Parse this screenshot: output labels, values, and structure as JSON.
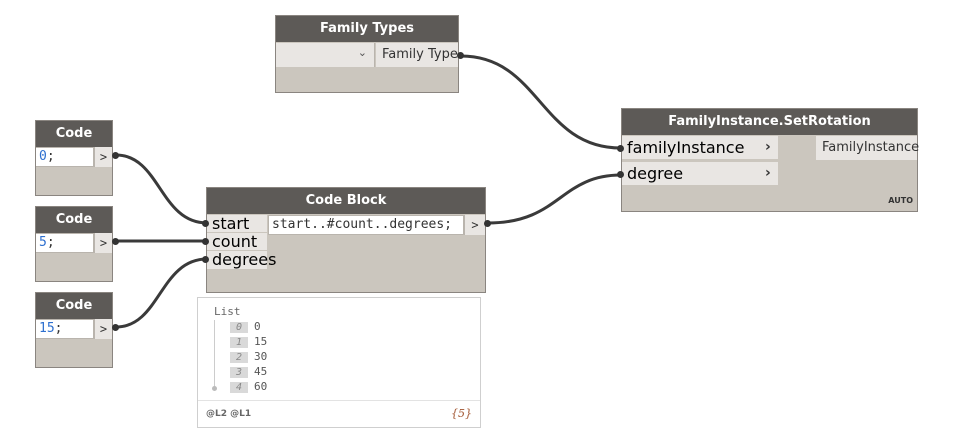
{
  "nodes": {
    "family_types": {
      "title": "Family Types",
      "output_label": "Family Type",
      "dropdown_value": ""
    },
    "set_rotation": {
      "title": "FamilyInstance.SetRotation",
      "inputs": [
        "familyInstance",
        "degree"
      ],
      "output_label": "FamilyInstance",
      "lacing": "AUTO"
    },
    "code_block_main": {
      "title": "Code Block",
      "inputs": [
        "start",
        "count",
        "degrees"
      ],
      "code": "start..#count..degrees;",
      "output_symbol": ">"
    },
    "code_block_0": {
      "title": "Code Block",
      "code_num": "0",
      "code_semi": ";",
      "output_symbol": ">"
    },
    "code_block_5": {
      "title": "Code Block",
      "code_num": "5",
      "code_semi": ";",
      "output_symbol": ">"
    },
    "code_block_15": {
      "title": "Code Block",
      "code_num": "15",
      "code_semi": ";",
      "output_symbol": ">"
    }
  },
  "preview": {
    "list_title": "List",
    "items": [
      {
        "index": "0",
        "value": "0"
      },
      {
        "index": "1",
        "value": "15"
      },
      {
        "index": "2",
        "value": "30"
      },
      {
        "index": "3",
        "value": "45"
      },
      {
        "index": "4",
        "value": "60"
      }
    ],
    "levels": "@L2 @L1",
    "count": "{5}"
  },
  "colors": {
    "node_header": "#5d5a57",
    "node_body": "#cbc6be",
    "port_bg": "#e9e6e3",
    "wire": "#3a3a3a",
    "number": "#2d6fcf"
  }
}
